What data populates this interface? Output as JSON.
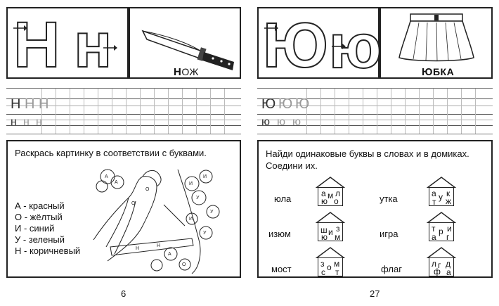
{
  "left_page": {
    "big_letters": {
      "upper": "Н",
      "lower": "н"
    },
    "picture_word": {
      "first_letter": "Н",
      "rest": "ОЖ"
    },
    "trace_row1": [
      "Н",
      "Н",
      "Н"
    ],
    "trace_row2": [
      "н",
      "н",
      "н"
    ],
    "task": "Раскрась картинку в соответствии с буквами.",
    "legend": [
      "А - красный",
      "О - жёлтый",
      "И - синий",
      "У - зеленый",
      "Н - коричневый"
    ],
    "page_number": "6",
    "picture_letters": [
      "А",
      "А",
      "О",
      "О",
      "И",
      "И",
      "У",
      "У",
      "Н",
      "Н",
      "А",
      "О",
      "И",
      "У"
    ]
  },
  "right_page": {
    "big_letters": {
      "upper": "Ю",
      "lower": "ю"
    },
    "picture_word": {
      "first_letter": "Ю",
      "rest": "БКА"
    },
    "trace_row1": [
      "Ю",
      "Ю",
      "Ю"
    ],
    "trace_row2": [
      "ю",
      "ю",
      "ю"
    ],
    "task": "Найди одинаковые буквы в словах и в домиках. Соедини их.",
    "page_number": "27",
    "words_left": [
      "юла",
      "изюм",
      "мост"
    ],
    "words_right": [
      "утка",
      "игра",
      "флаг"
    ],
    "houses": [
      {
        "letters": [
          "а",
          "м",
          "л",
          "ю",
          "о"
        ]
      },
      {
        "letters": [
          "ш",
          "и",
          "з",
          "ю",
          "м"
        ]
      },
      {
        "letters": [
          "з",
          "о",
          "м",
          "с",
          "т"
        ]
      },
      {
        "letters": [
          "а",
          "у",
          "к",
          "т",
          "ж"
        ]
      },
      {
        "letters": [
          "т",
          "р",
          "и",
          "а",
          "г"
        ]
      },
      {
        "letters": [
          "л",
          "г",
          "д",
          "ф",
          "а"
        ]
      }
    ]
  }
}
